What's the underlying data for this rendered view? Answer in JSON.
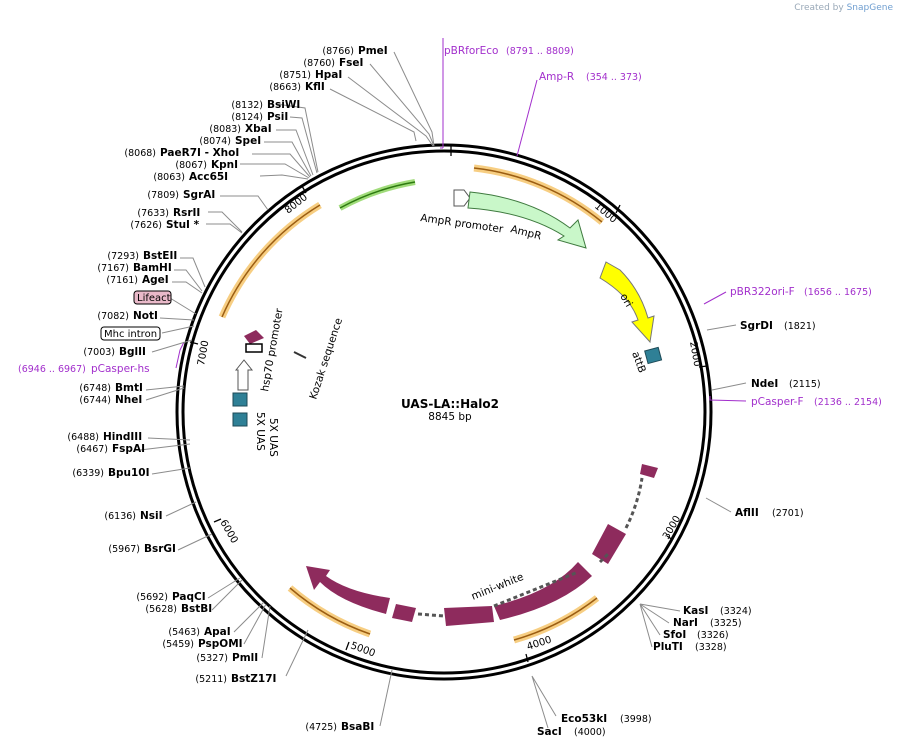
{
  "credit": {
    "prefix": "Created by",
    "brand": "SnapGene"
  },
  "plasmid": {
    "name": "UAS-LA::Halo2",
    "length_label": "8845 bp",
    "length": 8845
  },
  "ticks": [
    {
      "bp": 1000,
      "label": "1000"
    },
    {
      "bp": 2000,
      "label": "2000"
    },
    {
      "bp": 3000,
      "label": "3000"
    },
    {
      "bp": 4000,
      "label": "4000"
    },
    {
      "bp": 5000,
      "label": "5000"
    },
    {
      "bp": 6000,
      "label": "6000"
    },
    {
      "bp": 7000,
      "label": "7000"
    },
    {
      "bp": 8000,
      "label": "8000"
    }
  ],
  "sites_right": [
    {
      "name": "SgrDI",
      "pos": "(1821)",
      "bp": 1821
    },
    {
      "name": "NdeI",
      "pos": "(2115)",
      "bp": 2115
    },
    {
      "name": "AflII",
      "pos": "(2701)",
      "bp": 2701
    },
    {
      "name": "KasI",
      "pos": "(3324)",
      "bp": 3324
    },
    {
      "name": "NarI",
      "pos": "(3325)",
      "bp": 3325
    },
    {
      "name": "SfoI",
      "pos": "(3326)",
      "bp": 3326
    },
    {
      "name": "PluTI",
      "pos": "(3328)",
      "bp": 3328
    },
    {
      "name": "Eco53kI",
      "pos": "(3998)",
      "bp": 3998
    },
    {
      "name": "SacI",
      "pos": "(4000)",
      "bp": 4000
    }
  ],
  "sites_left": [
    {
      "name": "PmeI",
      "pos": "(8766)",
      "bp": 8766
    },
    {
      "name": "FseI",
      "pos": "(8760)",
      "bp": 8760
    },
    {
      "name": "HpaI",
      "pos": "(8751)",
      "bp": 8751
    },
    {
      "name": "KflI",
      "pos": "(8663)",
      "bp": 8663
    },
    {
      "name": "BsiWI",
      "pos": "(8132)",
      "bp": 8132
    },
    {
      "name": "PsiI",
      "pos": "(8124)",
      "bp": 8124
    },
    {
      "name": "XbaI",
      "pos": "(8083)",
      "bp": 8083
    },
    {
      "name": "SpeI",
      "pos": "(8074)",
      "bp": 8074
    },
    {
      "name": "PaeR7I - XhoI",
      "pos": "(8068)",
      "bp": 8068
    },
    {
      "name": "KpnI",
      "pos": "(8067)",
      "bp": 8067
    },
    {
      "name": "Acc65I",
      "pos": "(8063)",
      "bp": 8063
    },
    {
      "name": "SgrAI",
      "pos": "(7809)",
      "bp": 7809
    },
    {
      "name": "RsrII",
      "pos": "(7633)",
      "bp": 7633
    },
    {
      "name": "StuI *",
      "pos": "(7626)",
      "bp": 7626
    },
    {
      "name": "BstEII",
      "pos": "(7293)",
      "bp": 7293
    },
    {
      "name": "BamHI",
      "pos": "(7167)",
      "bp": 7167
    },
    {
      "name": "AgeI",
      "pos": "(7161)",
      "bp": 7161
    },
    {
      "name": "NotI",
      "pos": "(7082)",
      "bp": 7082
    },
    {
      "name": "BglII",
      "pos": "(7003)",
      "bp": 7003
    },
    {
      "name": "BmtI",
      "pos": "(6748)",
      "bp": 6748
    },
    {
      "name": "NheI",
      "pos": "(6744)",
      "bp": 6744
    },
    {
      "name": "HindIII",
      "pos": "(6488)",
      "bp": 6488
    },
    {
      "name": "FspAI",
      "pos": "(6467)",
      "bp": 6467
    },
    {
      "name": "Bpu10I",
      "pos": "(6339)",
      "bp": 6339
    },
    {
      "name": "NsiI",
      "pos": "(6136)",
      "bp": 6136
    },
    {
      "name": "BsrGI",
      "pos": "(5967)",
      "bp": 5967
    },
    {
      "name": "PaqCI",
      "pos": "(5692)",
      "bp": 5692
    },
    {
      "name": "BstBI",
      "pos": "(5628)",
      "bp": 5628
    },
    {
      "name": "ApaI",
      "pos": "(5463)",
      "bp": 5463
    },
    {
      "name": "PspOMI",
      "pos": "(5459)",
      "bp": 5459
    },
    {
      "name": "PmlI",
      "pos": "(5327)",
      "bp": 5327
    },
    {
      "name": "BstZ17I",
      "pos": "(5211)",
      "bp": 5211
    },
    {
      "name": "BsaBI",
      "pos": "(4725)",
      "bp": 4725
    }
  ],
  "boxed_features": [
    {
      "name": "Lifeact",
      "color": "#e9b9c9"
    },
    {
      "name": "Mhc intron",
      "color": "#ffffff"
    }
  ],
  "primers": [
    {
      "name": "pBRforEco",
      "pos": "(8791 .. 8809)"
    },
    {
      "name": "Amp-R",
      "pos": "(354 .. 373)"
    },
    {
      "name": "pBR322ori-F",
      "pos": "(1656 .. 1675)"
    },
    {
      "name": "pCasper-F",
      "pos": "(2136 .. 2154)"
    },
    {
      "name": "pCasper-hs",
      "pos": "(6946 .. 6967)"
    }
  ],
  "features": [
    {
      "name": "AmpR promoter",
      "color": "#ffffff"
    },
    {
      "name": "AmpR",
      "color": "#c9f7c9"
    },
    {
      "name": "ori",
      "color": "#ffff00"
    },
    {
      "name": "attB",
      "color": "#2f8096"
    },
    {
      "name": "mini-white",
      "color": "#8e2b5d"
    },
    {
      "name": "hsp70 promoter",
      "color": "#ffffff"
    },
    {
      "name": "Kozak sequence",
      "color": "#000000"
    },
    {
      "name": "5X UAS",
      "color": "#2f8096"
    },
    {
      "name": "5X UAS",
      "color": "#2f8096"
    }
  ],
  "colors": {
    "orf": "#e08a1c",
    "primer": "#a22fcc",
    "backbone": "#000000"
  }
}
